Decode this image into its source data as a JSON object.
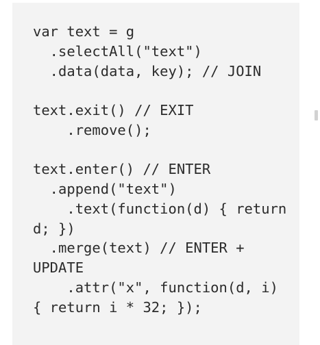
{
  "code_block": {
    "lines": [
      "var text = g",
      "  .selectAll(\"text\")",
      "  .data(data, key); // JOIN",
      "",
      "text.exit() // EXIT",
      "    .remove();",
      "",
      "text.enter() // ENTER",
      "  .append(\"text\")",
      "    .text(function(d) { return",
      "d; })",
      "  .merge(text) // ENTER +",
      "UPDATE",
      "    .attr(\"x\", function(d, i)",
      "{ return i * 32; });"
    ]
  },
  "colors": {
    "code_background": "#f3f3f3",
    "code_text": "#2b2b2b",
    "scroll_indicator": "#d2d2d2"
  }
}
